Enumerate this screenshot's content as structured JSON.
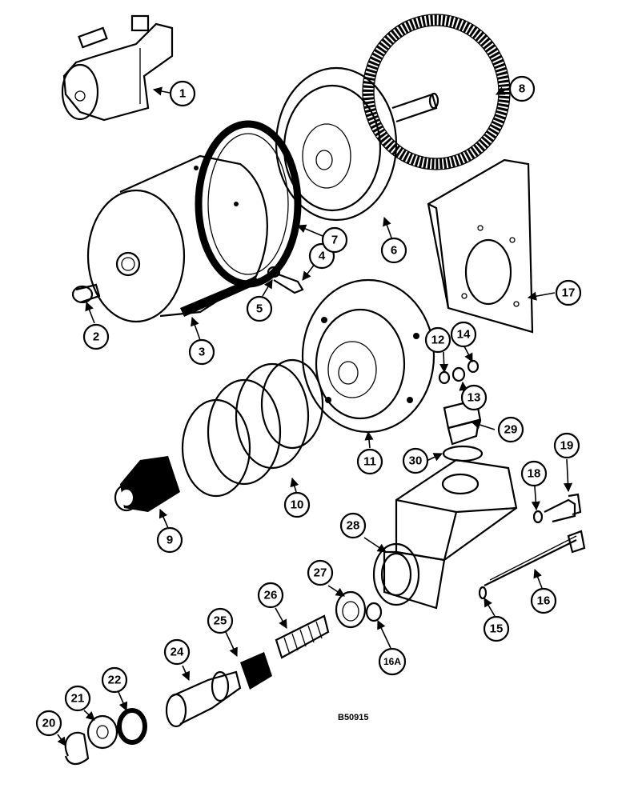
{
  "diagram": {
    "reference_code": "B50915",
    "callouts": [
      "1",
      "2",
      "3",
      "4",
      "5",
      "6",
      "7",
      "8",
      "9",
      "10",
      "11",
      "12",
      "13",
      "14",
      "15",
      "16",
      "16A",
      "17",
      "18",
      "19",
      "20",
      "21",
      "22",
      "24",
      "25",
      "26",
      "27",
      "28",
      "29",
      "30"
    ],
    "parts": [
      "small-air-cylinder",
      "drain-plug",
      "large-cylinder-housing",
      "bolt",
      "washer",
      "diaphragm-piston",
      "clamp-ring",
      "seal-ring",
      "rubber-boot",
      "return-spring",
      "end-plate",
      "small-washer",
      "nut",
      "lock-washer",
      "lock-washer-small",
      "long-bolt",
      "nut-16a",
      "mounting-bracket",
      "washer-18",
      "cap-screw",
      "retaining-clip",
      "flat-washer",
      "cup-seal",
      "piston",
      "seal-cup",
      "piston-spring",
      "check-valve",
      "master-cylinder",
      "filler-plug",
      "gasket"
    ]
  }
}
